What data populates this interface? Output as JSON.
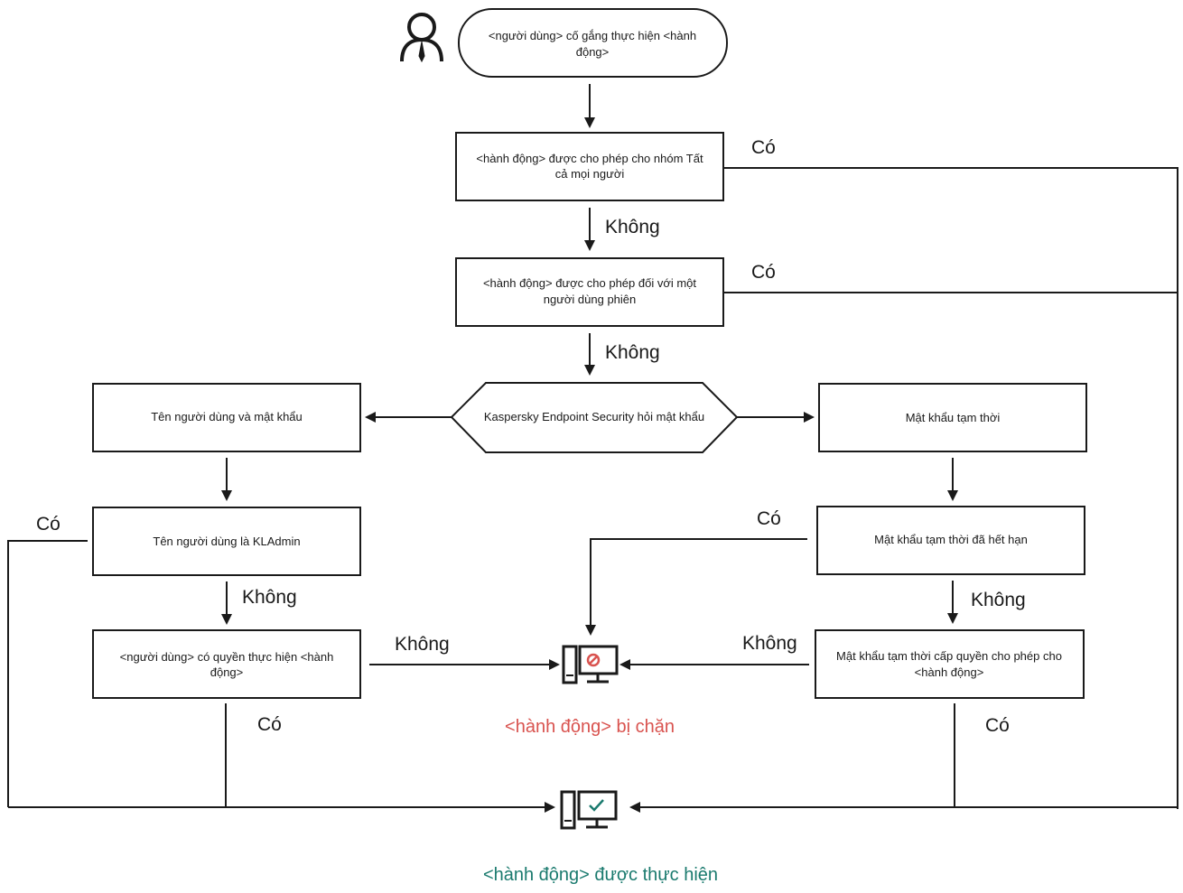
{
  "nodes": {
    "start": {
      "line1": "<người dùng> cố gắng thực hiện <hành",
      "line2": "động>"
    },
    "all_group": {
      "line1": "<hành động>  được cho phép cho nhóm Tất",
      "line2": "cả mọi người"
    },
    "session_user": {
      "line1": "<hành động> được cho phép đối với một",
      "line2": "người dùng phiên"
    },
    "ask_password": {
      "line1": "Kaspersky Endpoint Security hỏi mật khẩu"
    },
    "username_password": {
      "line1": "Tên người dùng và mật khẩu"
    },
    "temp_password": {
      "line1": "Mật khẩu tạm thời"
    },
    "is_kladmin": {
      "line1": "Tên người dùng là KLAdmin"
    },
    "temp_expired": {
      "line1": "Mật khẩu tạm thời đã hết hạn"
    },
    "user_has_rights": {
      "line1": "<người dùng> có quyền thực hiện <hành",
      "line2": "động>"
    },
    "temp_grants": {
      "line1": "Mật khẩu tạm thời cấp quyền cho phép cho",
      "line2": "<hành động>"
    }
  },
  "edges": {
    "yes_all_group": "Có",
    "no_all_group": "Không",
    "yes_session": "Có",
    "no_session": "Không",
    "yes_kladmin": "Có",
    "no_kladmin": "Không",
    "no_user_rights": "Không",
    "yes_user_rights": "Có",
    "yes_temp_expired": "Có",
    "no_temp_expired": "Không",
    "no_temp_grants": "Không",
    "yes_temp_grants": "Có"
  },
  "outcomes": {
    "blocked": "<hành động> bị chặn",
    "allowed": "<hành động> được thực hiện"
  },
  "icons": {
    "user": "user-icon",
    "blocked": "computer-blocked-icon",
    "allowed": "computer-allowed-icon"
  },
  "colors": {
    "blocked": "#d9534f",
    "allowed": "#1a7a6e",
    "line": "#1a1a1a"
  }
}
